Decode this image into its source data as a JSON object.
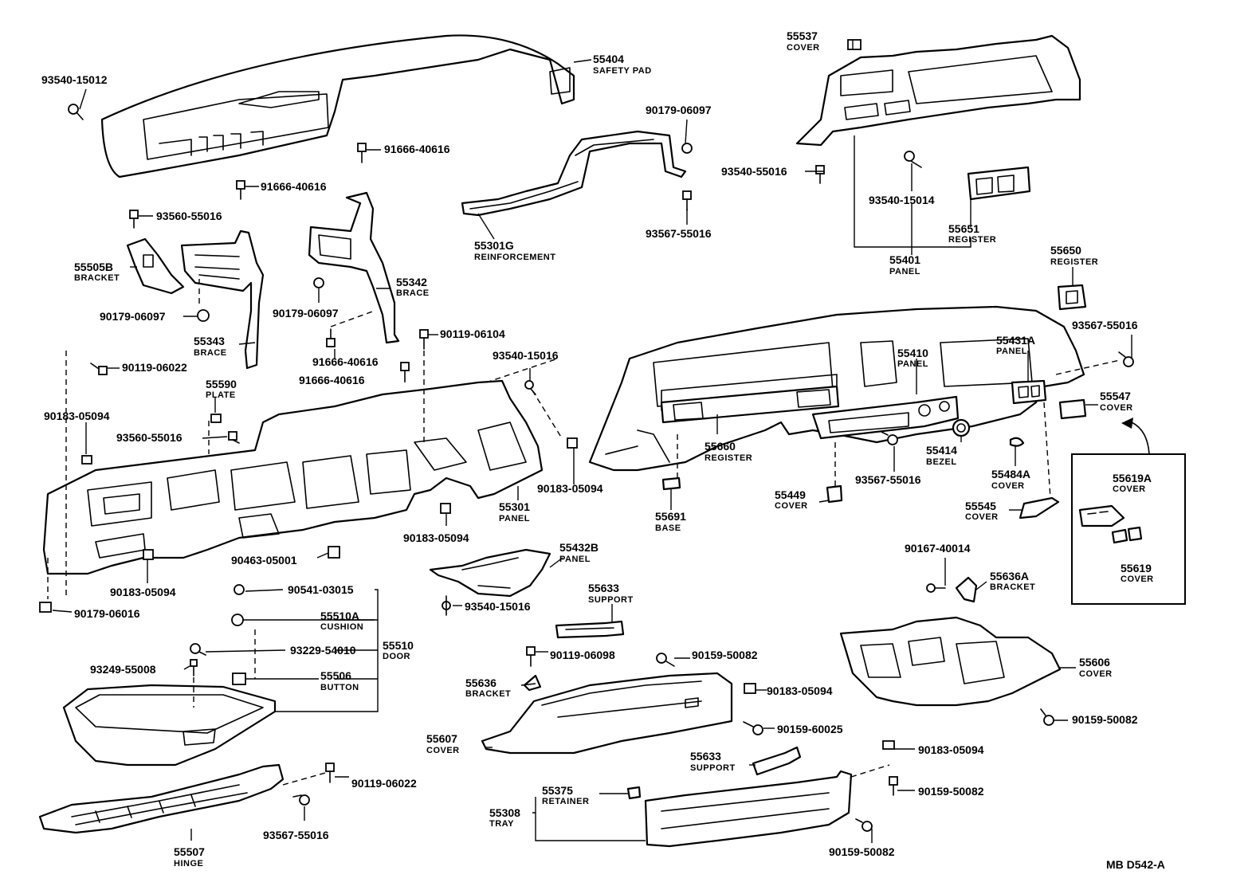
{
  "parts": {
    "p55404": {
      "num": "55404",
      "name": "SAFETY PAD"
    },
    "p93540_15012": {
      "num": "93540-15012"
    },
    "p91666_40616_a": {
      "num": "91666-40616"
    },
    "p91666_40616_b": {
      "num": "91666-40616"
    },
    "p91666_40616_c": {
      "num": "91666-40616"
    },
    "p91666_40616_d": {
      "num": "91666-40616"
    },
    "p93560_55016_a": {
      "num": "93560-55016"
    },
    "p93560_55016_b": {
      "num": "93560-55016"
    },
    "p55505b": {
      "num": "55505B",
      "name": "BRACKET"
    },
    "p90179_06097_a": {
      "num": "90179-06097"
    },
    "p90179_06097_b": {
      "num": "90179-06097"
    },
    "p90179_06097_c": {
      "num": "90179-06097"
    },
    "p55343": {
      "num": "55343",
      "name": "BRACE"
    },
    "p55342": {
      "num": "55342",
      "name": "BRACE"
    },
    "p90119_06022_a": {
      "num": "90119-06022"
    },
    "p90119_06022_b": {
      "num": "90119-06022"
    },
    "p90119_06104": {
      "num": "90119-06104"
    },
    "p90119_06098": {
      "num": "90119-06098"
    },
    "p55590": {
      "num": "55590",
      "name": "PLATE"
    },
    "p90183_05094_a": {
      "num": "90183-05094"
    },
    "p90183_05094_b": {
      "num": "90183-05094"
    },
    "p90183_05094_c": {
      "num": "90183-05094"
    },
    "p90183_05094_d": {
      "num": "90183-05094"
    },
    "p90183_05094_e": {
      "num": "90183-05094"
    },
    "p90183_05094_f": {
      "num": "90183-05094"
    },
    "p93540_15016_a": {
      "num": "93540-15016"
    },
    "p93540_15016_b": {
      "num": "93540-15016"
    },
    "p55301": {
      "num": "55301",
      "name": "PANEL"
    },
    "p55301g": {
      "num": "55301G",
      "name": "REINFORCEMENT"
    },
    "p93567_55016_a": {
      "num": "93567-55016"
    },
    "p93567_55016_b": {
      "num": "93567-55016"
    },
    "p93567_55016_c": {
      "num": "93567-55016"
    },
    "p93567_55016_d": {
      "num": "93567-55016"
    },
    "p90463_05001": {
      "num": "90463-05001"
    },
    "p90179_06016": {
      "num": "90179-06016"
    },
    "p90541_03015": {
      "num": "90541-03015"
    },
    "p55510a": {
      "num": "55510A",
      "name": "CUSHION"
    },
    "p93229_54010": {
      "num": "93229-54010"
    },
    "p55510": {
      "num": "55510",
      "name": "DOOR"
    },
    "p93249_55008": {
      "num": "93249-55008"
    },
    "p55506": {
      "num": "55506",
      "name": "BUTTON"
    },
    "p55507": {
      "num": "55507",
      "name": "HINGE"
    },
    "p55432b": {
      "num": "55432B",
      "name": "PANEL"
    },
    "p55633_a": {
      "num": "55633",
      "name": "SUPPORT"
    },
    "p55633_b": {
      "num": "55633",
      "name": "SUPPORT"
    },
    "p55636": {
      "num": "55636",
      "name": "BRACKET"
    },
    "p55607": {
      "num": "55607",
      "name": "COVER"
    },
    "p55375": {
      "num": "55375",
      "name": "RETAINER"
    },
    "p55308": {
      "num": "55308",
      "name": "TRAY"
    },
    "p90159_50082_a": {
      "num": "90159-50082"
    },
    "p90159_50082_b": {
      "num": "90159-50082"
    },
    "p90159_50082_c": {
      "num": "90159-50082"
    },
    "p90159_50082_d": {
      "num": "90159-50082"
    },
    "p90159_60025": {
      "num": "90159-60025"
    },
    "p55537": {
      "num": "55537",
      "name": "COVER"
    },
    "p93540_55016": {
      "num": "93540-55016"
    },
    "p93540_15014": {
      "num": "93540-15014"
    },
    "p55651": {
      "num": "55651",
      "name": "REGISTER"
    },
    "p55401": {
      "num": "55401",
      "name": "PANEL"
    },
    "p55650": {
      "num": "55650",
      "name": "REGISTER"
    },
    "p55410": {
      "num": "55410",
      "name": "PANEL"
    },
    "p55431a": {
      "num": "55431A",
      "name": "PANEL"
    },
    "p55547": {
      "num": "55547",
      "name": "COVER"
    },
    "p55660": {
      "num": "55660",
      "name": "REGISTER"
    },
    "p55414": {
      "num": "55414",
      "name": "BEZEL"
    },
    "p55484a": {
      "num": "55484A",
      "name": "COVER"
    },
    "p55449": {
      "num": "55449",
      "name": "COVER"
    },
    "p55691": {
      "num": "55691",
      "name": "BASE"
    },
    "p55545": {
      "num": "55545",
      "name": "COVER"
    },
    "p55619a": {
      "num": "55619A",
      "name": "COVER"
    },
    "p55619": {
      "num": "55619",
      "name": "COVER"
    },
    "p90167_40014": {
      "num": "90167-40014"
    },
    "p55636a": {
      "num": "55636A",
      "name": "BRACKET"
    },
    "p55606": {
      "num": "55606",
      "name": "COVER"
    }
  },
  "diagram_code": "MB D542-A"
}
